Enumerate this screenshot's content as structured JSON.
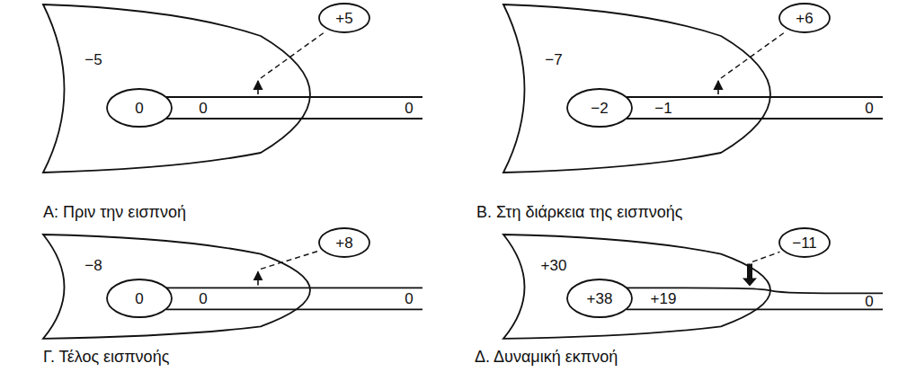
{
  "diagram": {
    "nodes": [
      {
        "text": [
          "−5"
        ]
      },
      {
        "text": [
          "0"
        ],
        "in": 0
      },
      {
        "text": [
          "+5"
        ]
      },
      {
        "text": [
          "−7"
        ]
      },
      {
        "text": [
          "−2"
        ],
        "in": 3
      },
      {
        "text": [
          "+6"
        ]
      },
      {
        "text": [
          "−8"
        ]
      },
      {
        "text": [
          "0"
        ],
        "in": 6
      },
      {
        "text": [
          "+8"
        ]
      },
      {
        "text": [
          "+30"
        ]
      },
      {
        "text": [
          "+38"
        ],
        "in": 9
      },
      {
        "text": [
          "−11"
        ]
      }
    ],
    "labels": [
      "0",
      "0",
      "Α: Πριν την εισπνοή",
      "−1",
      "0",
      "Β. Στη διάρκεια της εισπνοής",
      "0",
      "0",
      "Γ. Τέλος εισπνοής",
      "+19",
      "0",
      "Δ. Δυναμική εκπνοή"
    ]
  }
}
